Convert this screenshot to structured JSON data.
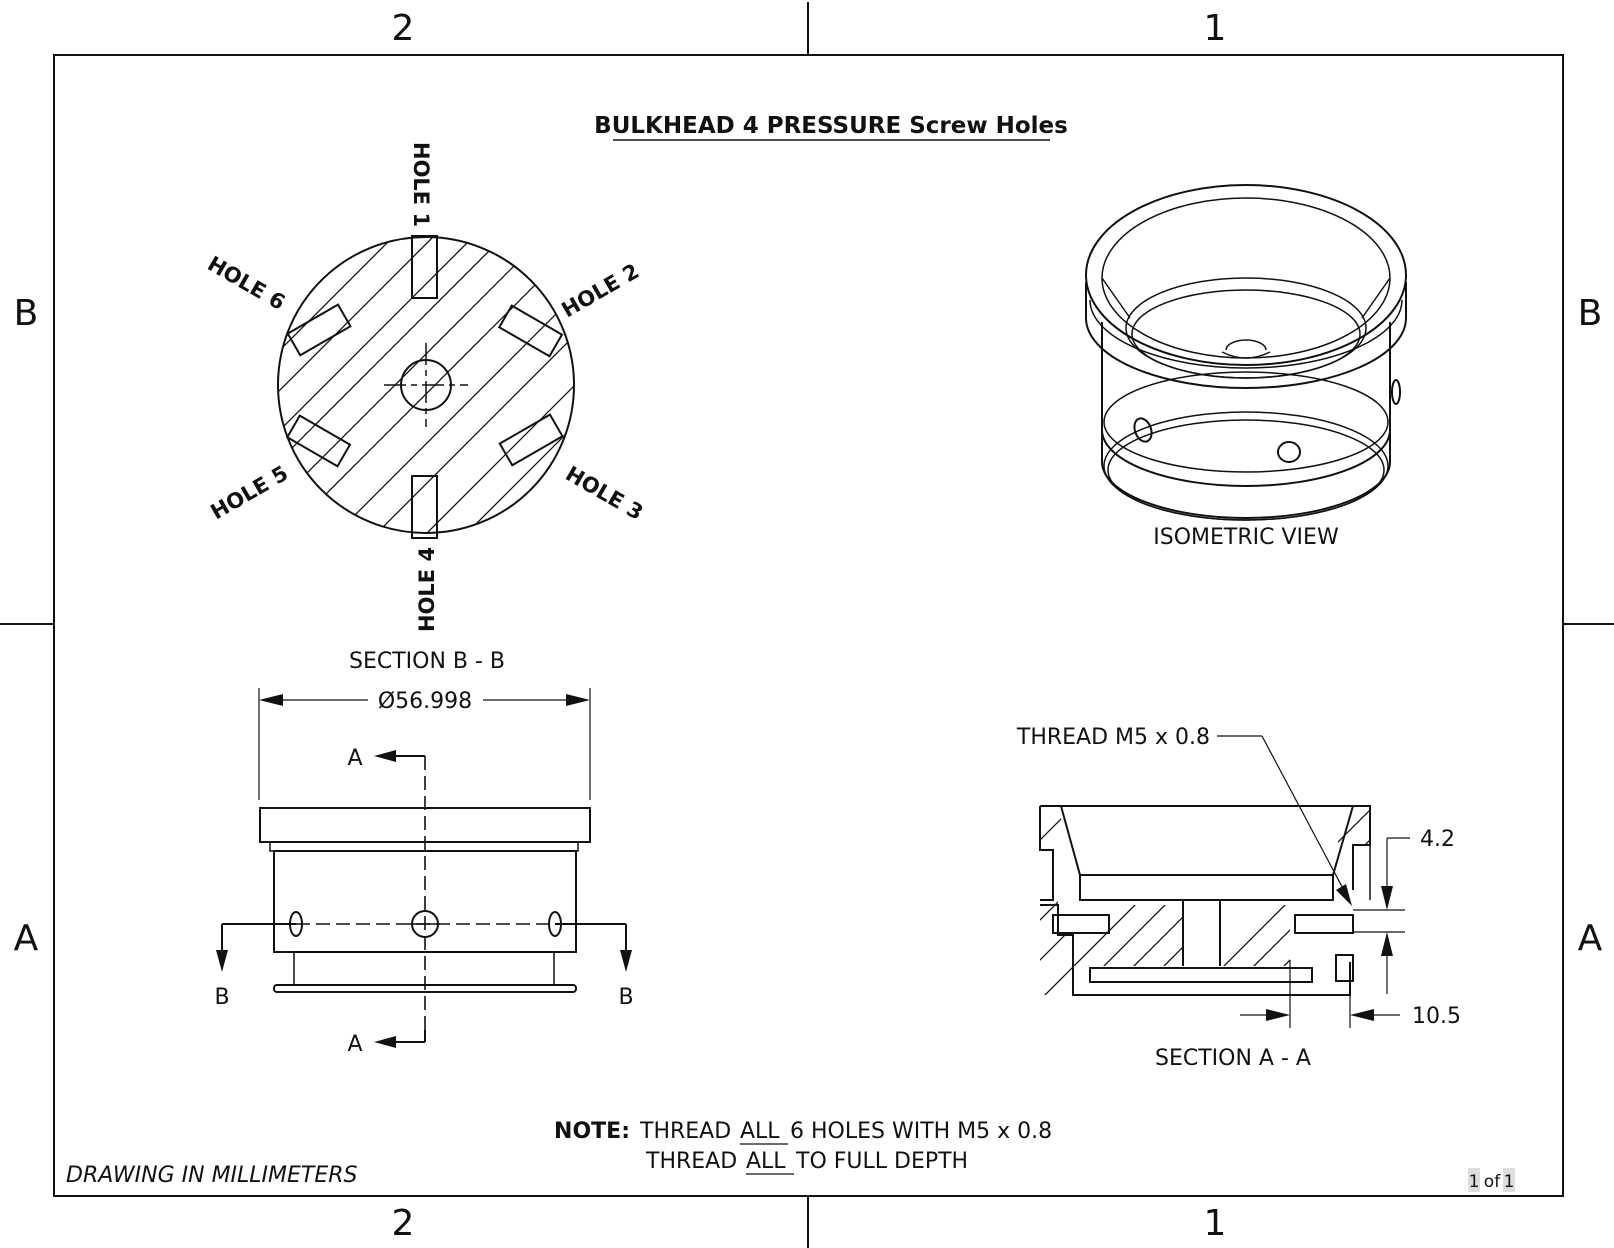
{
  "zones": {
    "columns": [
      "2",
      "1"
    ],
    "rows": [
      "B",
      "A"
    ]
  },
  "title": "BULKHEAD 4 PRESSURE Screw Holes",
  "holes": [
    "HOLE 1",
    "HOLE 2",
    "HOLE 3",
    "HOLE 4",
    "HOLE 5",
    "HOLE 6"
  ],
  "views": {
    "section_bb": "SECTION B - B",
    "isometric": "ISOMETRIC VIEW",
    "section_aa": "SECTION A - A"
  },
  "dimensions": {
    "diameter": "Ø56.998",
    "thread_callout": "THREAD M5 x 0.8",
    "depth_top": "4.2",
    "depth_side": "10.5"
  },
  "cutting_planes": {
    "a_label": "A",
    "b_label": "B"
  },
  "note": {
    "label": "NOTE:",
    "line1_pre": "THREAD",
    "line1_emph": "ALL",
    "line1_post": "6 HOLES WITH M5 x 0.8",
    "line2_pre": "THREAD",
    "line2_emph": "ALL",
    "line2_post": "TO FULL DEPTH"
  },
  "units_note": "DRAWING IN MILLIMETERS",
  "page": {
    "current": "1",
    "separator": "of",
    "total": "1"
  }
}
